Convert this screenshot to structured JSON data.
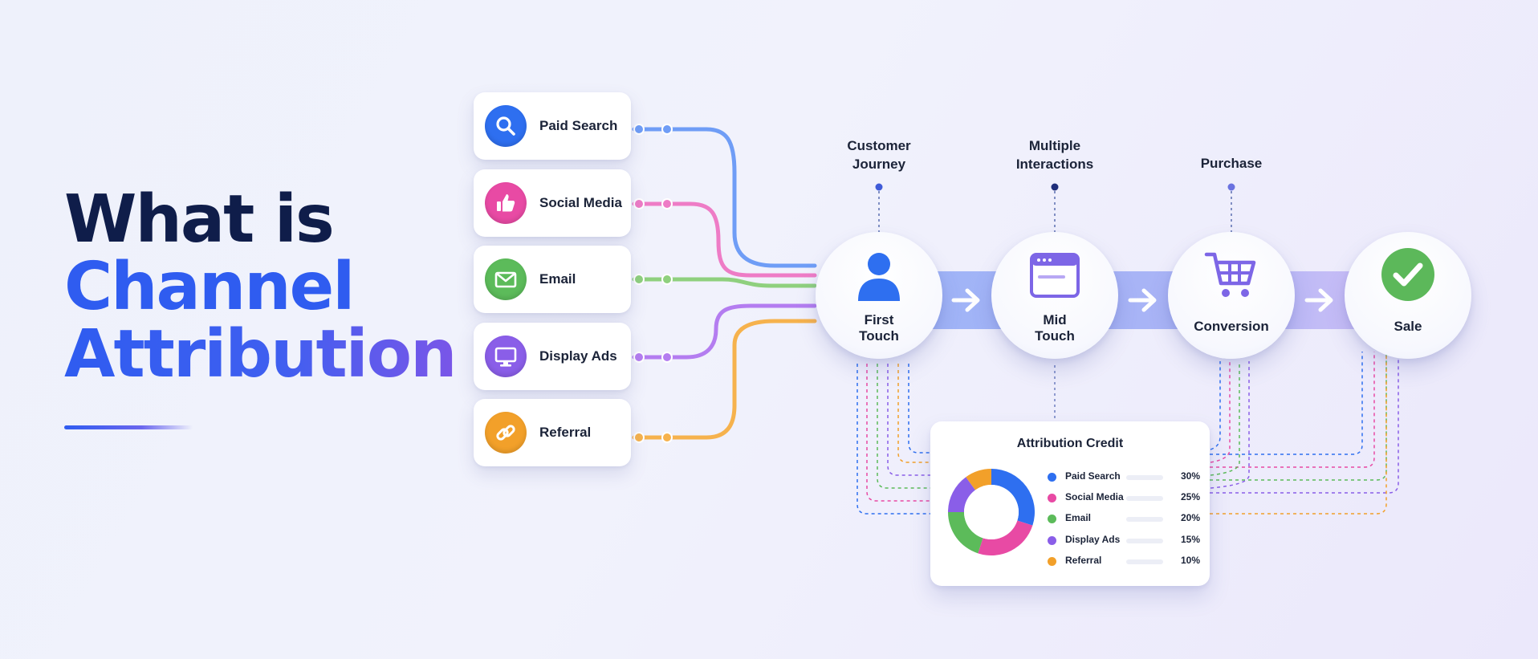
{
  "heading": {
    "line1": "What is",
    "line2": "Channel",
    "line3": "Attribution"
  },
  "channels": [
    {
      "label": "Paid Search",
      "icon": "magnifier-icon",
      "color": "#2e6ff0"
    },
    {
      "label": "Social Media",
      "icon": "thumbs-up-icon",
      "color": "#e84aa4"
    },
    {
      "label": "Email",
      "icon": "envelope-icon",
      "color": "#5cbb5a"
    },
    {
      "label": "Display Ads",
      "icon": "monitor-icon",
      "color": "#8a5ee8"
    },
    {
      "label": "Referral",
      "icon": "link-icon",
      "color": "#f2a02a"
    }
  ],
  "stages": [
    {
      "line1": "Customer",
      "line2": "Journey"
    },
    {
      "line1": "Multiple",
      "line2": "Interactions"
    },
    {
      "line1": "Purchase",
      "line2": ""
    }
  ],
  "nodes": [
    {
      "line1": "First",
      "line2": "Touch",
      "icon": "person-icon"
    },
    {
      "line1": "Mid",
      "line2": "Touch",
      "icon": "browser-window-icon"
    },
    {
      "line1": "Conversion",
      "line2": "",
      "icon": "shopping-cart-icon"
    },
    {
      "line1": "Sale",
      "line2": "",
      "icon": "check-icon"
    }
  ],
  "credit": {
    "title": "Attribution Credit",
    "items": [
      {
        "name": "Paid Search",
        "percent": "30%",
        "value": 30,
        "color": "#2e6ff0"
      },
      {
        "name": "Social Media",
        "percent": "25%",
        "value": 25,
        "color": "#e84aa4"
      },
      {
        "name": "Email",
        "percent": "20%",
        "value": 20,
        "color": "#5cbb5a"
      },
      {
        "name": "Display Ads",
        "percent": "15%",
        "value": 15,
        "color": "#8a5ee8"
      },
      {
        "name": "Referral",
        "percent": "10%",
        "value": 10,
        "color": "#f2a02a"
      }
    ]
  }
}
